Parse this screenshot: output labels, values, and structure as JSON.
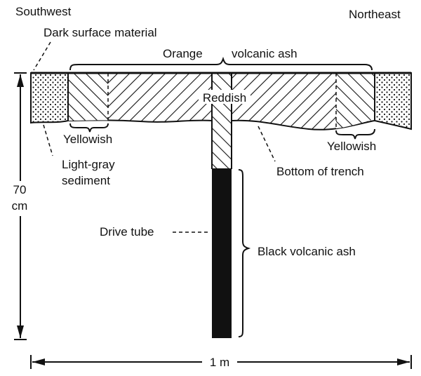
{
  "labels": {
    "southwest": "Southwest",
    "northeast": "Northeast",
    "dark_surface": "Dark surface material",
    "orange": "Orange",
    "volcanic_ash": "volcanic ash",
    "reddish": "Reddish",
    "yellowish_left": "Yellowish",
    "yellowish_right": "Yellowish",
    "light_gray_line1": "Light-gray",
    "light_gray_line2": "sediment",
    "bottom_of_trench": "Bottom of trench",
    "drive_tube": "Drive tube",
    "black_volcanic_ash": "Black volcanic ash",
    "depth_value": "70",
    "depth_unit": "cm",
    "width_label": "1 m"
  },
  "colors": {
    "ink": "#111111",
    "background": "#ffffff"
  }
}
